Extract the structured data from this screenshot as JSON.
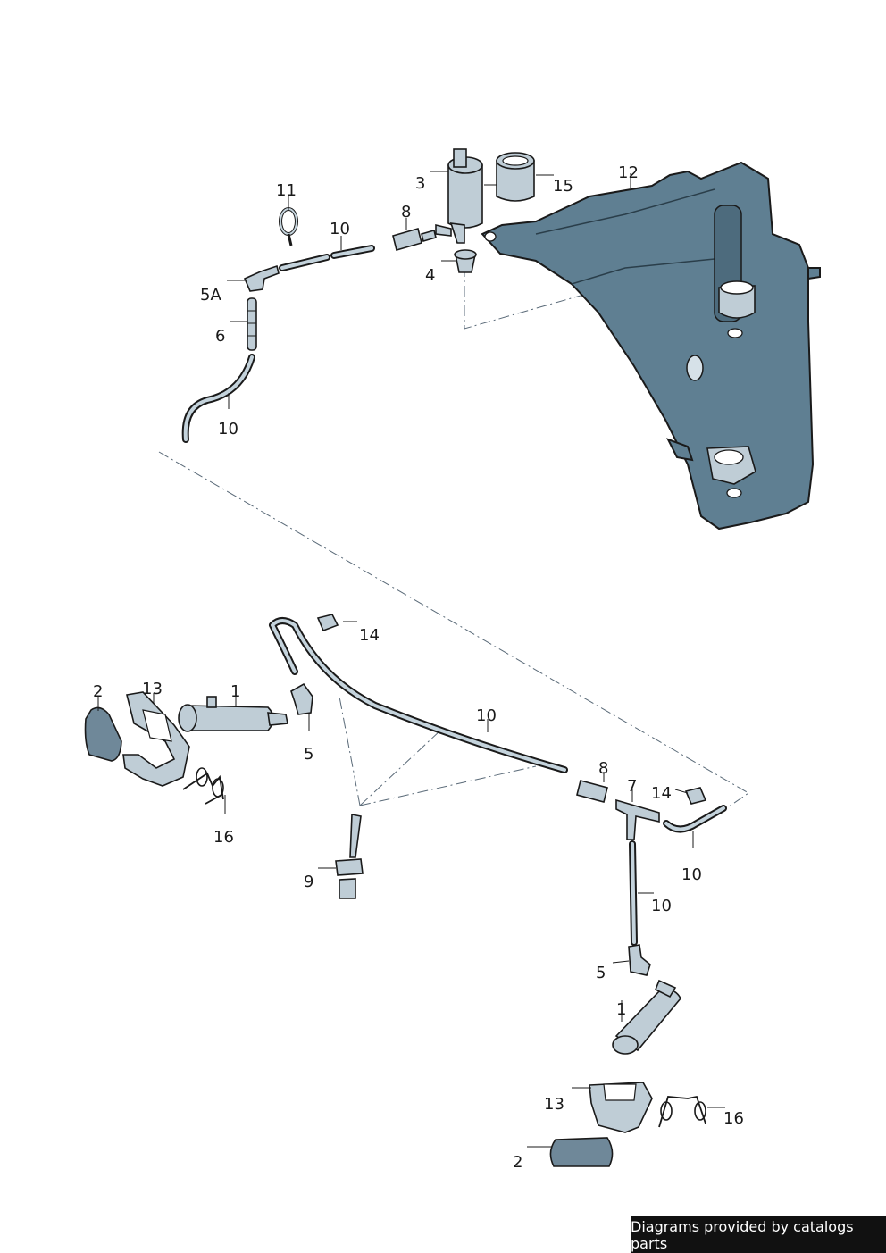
{
  "labels": {
    "l1a": "1",
    "l1b": "1",
    "l2a": "2",
    "l2b": "2",
    "l3": "3",
    "l4": "4",
    "l5A": "5A",
    "l5a": "5",
    "l5b": "5",
    "l6": "6",
    "l7": "7",
    "l8a": "8",
    "l8b": "8",
    "l9": "9",
    "l10a": "10",
    "l10b": "10",
    "l10c": "10",
    "l10d": "10",
    "l10e": "10",
    "l11": "11",
    "l12": "12",
    "l13a": "13",
    "l13b": "13",
    "l14a": "14",
    "l14b": "14",
    "l15": "15",
    "l16a": "16",
    "l16b": "16"
  },
  "footer": {
    "text": "Diagrams provided by catalogs parts"
  },
  "colors": {
    "tank": "#5f7f92",
    "part": "#bfcdd6",
    "outline": "#1a1a1a",
    "footer_bg": "#111111"
  }
}
